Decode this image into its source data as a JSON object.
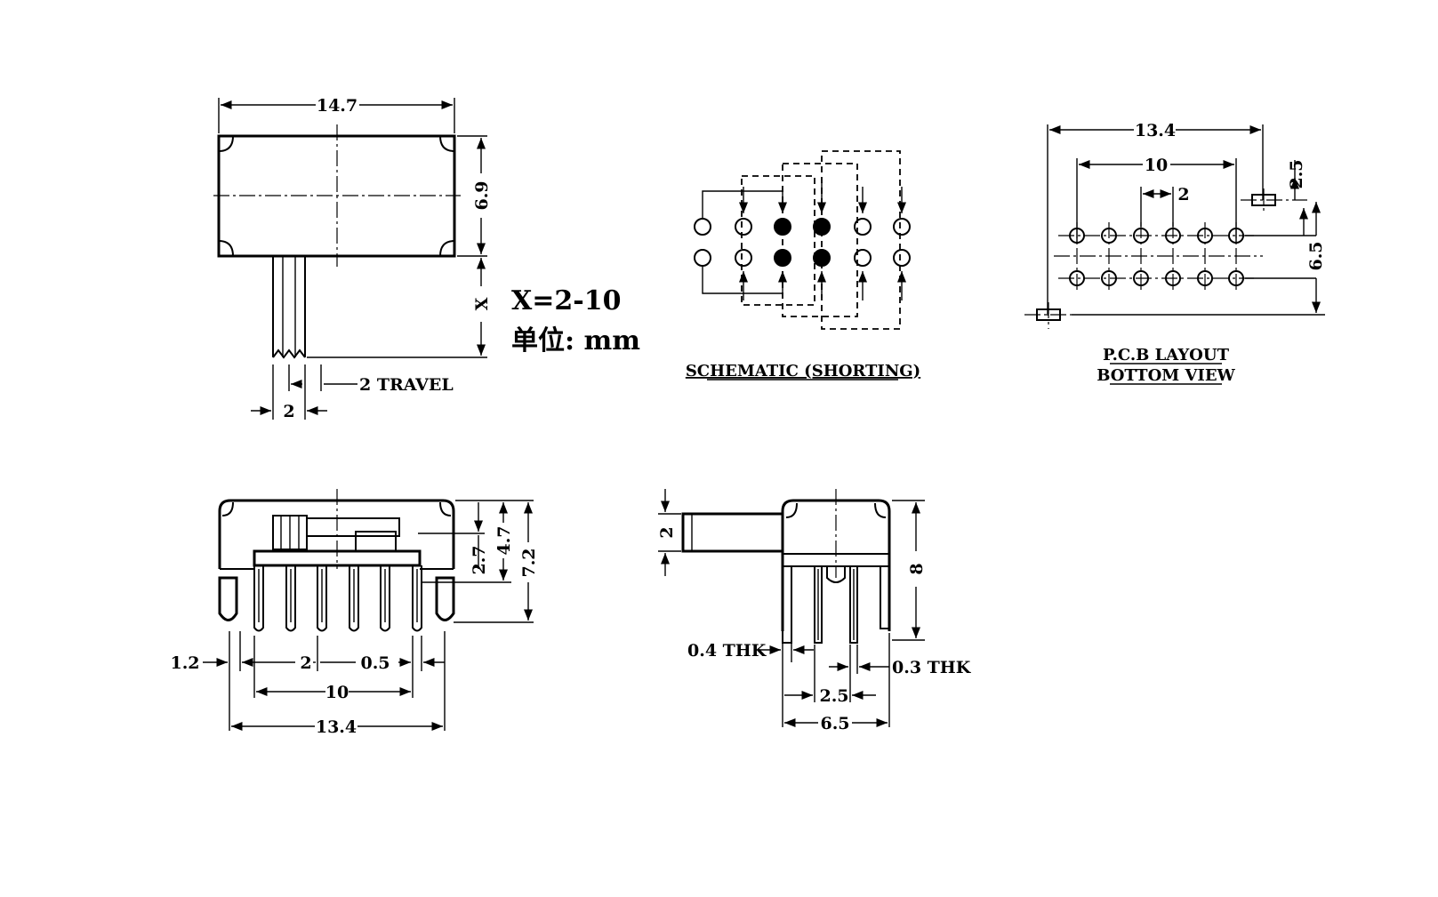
{
  "top_view": {
    "width_dim": "14.7",
    "height_dim": "6.9",
    "stroke_dim": "X",
    "actuator_dim": "2",
    "travel_label": "2 TRAVEL"
  },
  "spec": {
    "x_range": "X=2-10",
    "unit_label": "单位: mm"
  },
  "schematic": {
    "caption": "SCHEMATIC (SHORTING)"
  },
  "pcb_layout": {
    "caption_line1": "P.C.B LAYOUT",
    "caption_line2": "BOTTOM VIEW",
    "overall_dim": "13.4",
    "row_span_dim": "10",
    "pitch_dim": "2",
    "lug_dim": "2.5",
    "row_gap_dim": "6.5"
  },
  "front_view": {
    "dim_lug": "1.2",
    "dim_pitch": "2",
    "dim_pin": "0.5",
    "dim_span": "10",
    "dim_overall": "13.4",
    "dim_2_7": "2.7",
    "dim_4_7": "4.7",
    "dim_7_2": "7.2"
  },
  "side_view": {
    "dim_actuator": "2",
    "dim_height": "8",
    "thk_left": "0.4 THK",
    "thk_right": "0.3 THK",
    "dim_inner": "2.5",
    "dim_overall": "6.5"
  }
}
